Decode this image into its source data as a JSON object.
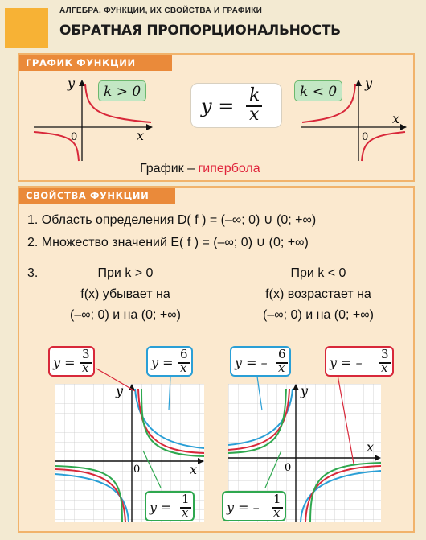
{
  "header": {
    "subtitle": "АЛГЕБРА. ФУНКЦИИ, ИХ СВОЙСТВА И ГРАФИКИ",
    "title": "ОБРАТНАЯ ПРОПОРЦИОНАЛЬНОСТЬ"
  },
  "graph_section": {
    "heading": "ГРАФИК ФУНКЦИИ",
    "k_pos_label": "k > 0",
    "k_neg_label": "k < 0",
    "formula_lhs": "y =",
    "formula_num": "k",
    "formula_den": "x",
    "caption_prefix": "График – ",
    "caption_word": "гипербола",
    "axis_x": "x",
    "axis_y": "y",
    "origin": "0"
  },
  "properties_section": {
    "heading": "СВОЙСТВА ФУНКЦИИ",
    "item1": "1. Область определения D( f ) = (–∞; 0) ∪ (0; +∞)",
    "item2": "2. Множество значений E( f ) = (–∞; 0) ∪ (0; +∞)",
    "item3_num": "3.",
    "left_condition": "При k > 0",
    "left_behavior": "f(x) убывает на",
    "left_intervals": "(–∞; 0) и на (0; +∞)",
    "right_condition": "При k < 0",
    "right_behavior": "f(x) возрастает на",
    "right_intervals": "(–∞; 0) и на (0; +∞)"
  },
  "graph_labels": {
    "left": [
      {
        "sign": "",
        "num": "3",
        "den": "x",
        "color": "#d8283a"
      },
      {
        "sign": "",
        "num": "6",
        "den": "x",
        "color": "#2a9fd6"
      },
      {
        "sign": "",
        "num": "1",
        "den": "x",
        "color": "#2fa84f"
      }
    ],
    "right": [
      {
        "sign": "–",
        "num": "6",
        "den": "x",
        "color": "#2a9fd6"
      },
      {
        "sign": "–",
        "num": "3",
        "den": "x",
        "color": "#d8283a"
      },
      {
        "sign": "–",
        "num": "1",
        "den": "x",
        "color": "#2fa84f"
      }
    ],
    "y_prefix": "y ="
  },
  "colors": {
    "accent_orange": "#ea8a3a",
    "red": "#d8283a",
    "blue": "#2a9fd6",
    "green": "#2fa84f",
    "panel_bg": "#fbe9cf"
  }
}
